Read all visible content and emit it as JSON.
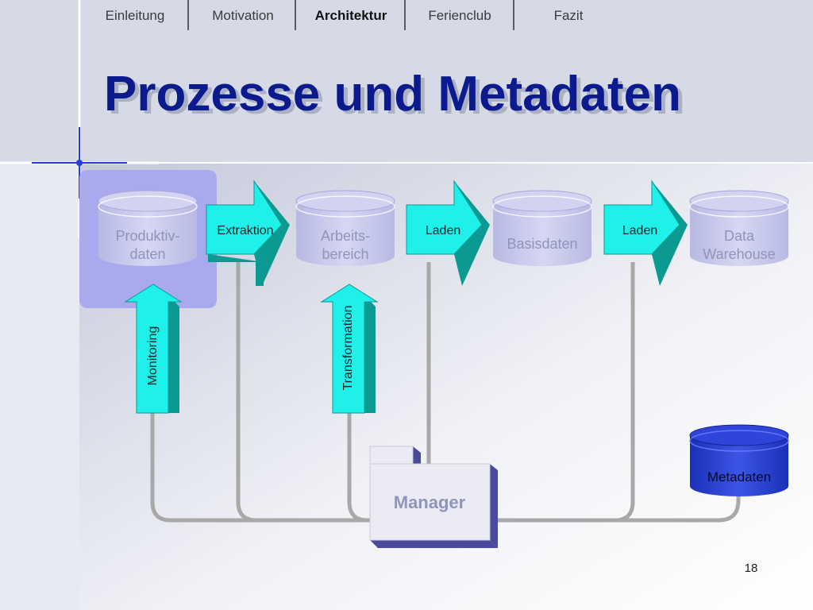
{
  "nav": {
    "items": [
      {
        "label": "Einleitung",
        "active": false
      },
      {
        "label": "Motivation",
        "active": false
      },
      {
        "label": "Architektur",
        "active": true
      },
      {
        "label": "Ferienclub",
        "active": false
      },
      {
        "label": "Fazit",
        "active": false
      }
    ]
  },
  "title": "Prozesse und Metadaten",
  "diagram": {
    "stores": {
      "produktiv": [
        "Produktiv-",
        "daten"
      ],
      "arbeits": [
        "Arbeits-",
        "bereich"
      ],
      "basis": [
        "Basisdaten"
      ],
      "warehouse": [
        "Data",
        "Warehouse"
      ],
      "metadaten": [
        "Metadaten"
      ]
    },
    "arrows": {
      "extraktion": "Extraktion",
      "laden1": "Laden",
      "laden2": "Laden",
      "monitoring": "Monitoring",
      "transformation": "Transformation"
    },
    "manager": "Manager"
  },
  "page_number": "18",
  "colors": {
    "header_bg": "#d6dae6",
    "title": "#0b1a8c",
    "arrow": "#20f0ea",
    "arrow_side": "#0a9a92",
    "cylinder": "#c6c7ea",
    "cylinder_text": "#8f95b8",
    "metadaten_cylinder": "#2840d0",
    "source_panel": "#a9aaee",
    "line": "#a8a8a8",
    "manager_shadow": "#4a4a9a"
  }
}
